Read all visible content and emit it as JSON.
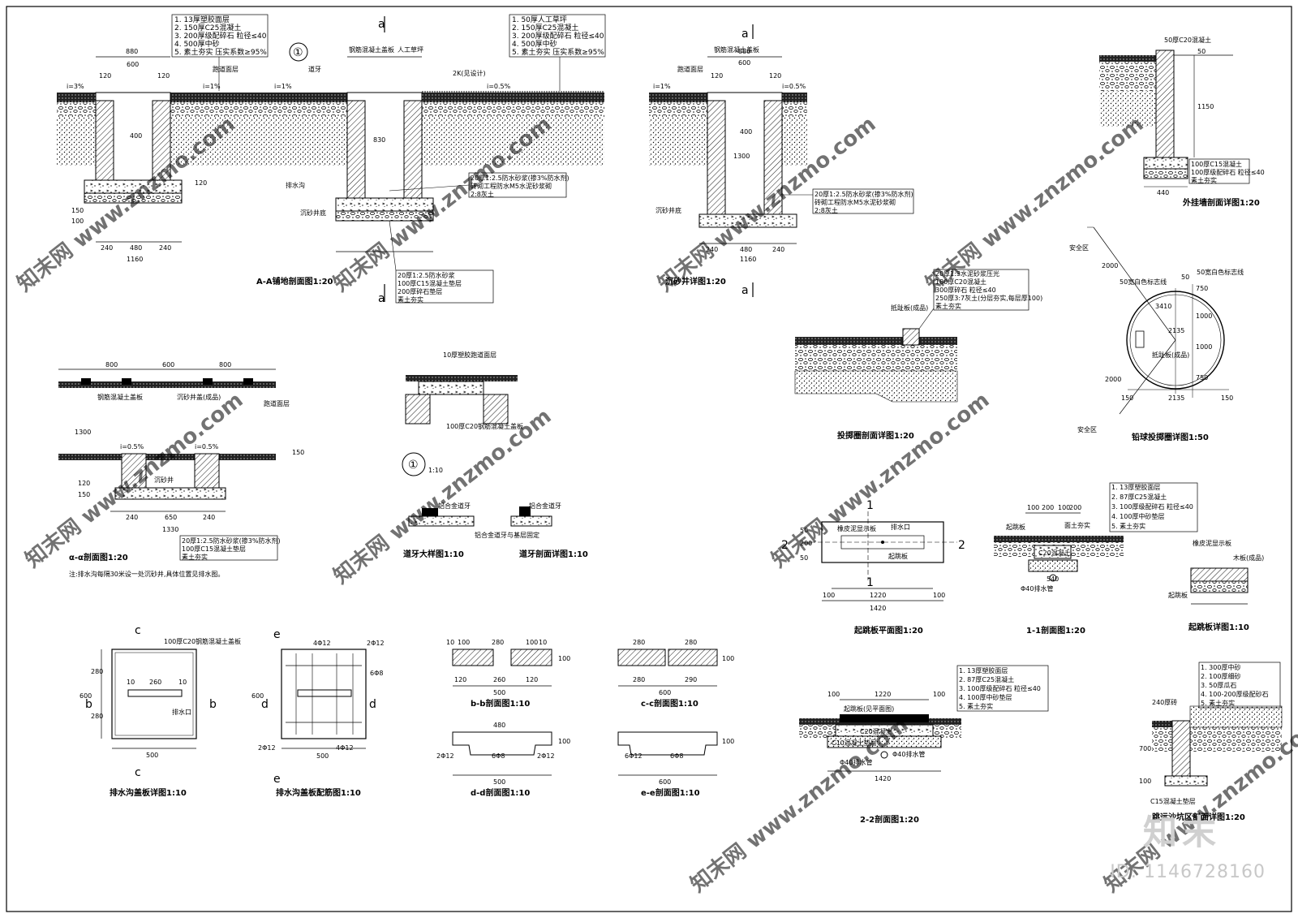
{
  "labels": {
    "a_top": "a",
    "a_bottom": "a",
    "a_right_top": "a",
    "a_right_bottom": "a",
    "detail_marker": "①",
    "detail_marker_2": "①",
    "detail_scale": "1:10",
    "big_1_top": "1",
    "big_1_bottom": "1",
    "big_2_left": "2",
    "big_2_right": "2",
    "c_top": "c",
    "c_bottom": "c",
    "b_left": "b",
    "b_right": "b",
    "e_top": "e",
    "e_bottom": "e",
    "d_left": "d",
    "d_right": "d"
  },
  "titles": {
    "aa": "A-A铺地剖面图1:20",
    "sump": "沉砂井详图1:20",
    "ext_wall": "外挂墙剖面详图1:20",
    "shot_circle_section": "投掷圈剖面详图1:20",
    "shot_circle": "铅球投掷圈详图1:50",
    "alpha": "α-α剖面图1:20",
    "curb_big": "道牙大样图1:10",
    "curb_sec": "道牙剖面详图1:10",
    "takeoff_plan": "起跳板平面图1:20",
    "s11": "1-1剖面图1:20",
    "takeoff_detail": "起跳板详图1:10",
    "cover": "排水沟盖板详图1:10",
    "cover_rebar": "排水沟盖板配筋图1:10",
    "bb": "b-b剖面图1:10",
    "cc": "c-c剖面图1:10",
    "dd": "d-d剖面图1:10",
    "ee": "e-e剖面图1:10",
    "s22": "2-2剖面图1:20",
    "longjump": "跳远沙坑区剖面详图1:20"
  },
  "notes": {
    "aa_left": [
      "1. 13厚塑胶面层",
      "2. 150厚C25混凝土",
      "3. 200厚级配碎石 粒径≤40",
      "4. 500厚中砂",
      "5. 素土夯实 压实系数≥95%"
    ],
    "aa_right": [
      "1. 50厚人工草坪",
      "2. 150厚C25混凝土",
      "3. 200厚级配碎石 粒径≤40",
      "4. 500厚中砂",
      "5. 素土夯实 压实系数≥95%"
    ],
    "aa_mid": [
      "20厚1:2.5防水砂浆(掺3%防水剂)",
      "砖砌工程防水M5水泥砂浆砌",
      "2:8灰土"
    ],
    "aa_bot": [
      "20厚1:2.5防水砂浆",
      "100厚C15混凝土垫层",
      "200厚碎石垫层",
      "素土夯实"
    ],
    "sump": [
      "20厚1:2.5防水砂浆(掺3%防水剂)",
      "砖砌工程防水M5水泥砂浆砌",
      "2:8灰土"
    ],
    "ext_wall": [
      "100厚C15混凝土",
      "100厚级配碎石 粒径≤40",
      "素土夯实"
    ],
    "ext_wall_top": "50厚C20混凝土",
    "shot": [
      "20厚1:3水泥砂浆压光",
      "180厚C20混凝土",
      "300厚碎石 粒径≤40",
      "250厚3:7灰土(分层夯实,每层厚100)",
      "素土夯实"
    ],
    "alpha": [
      "20厚1:2.5防水砂浆(掺3%防水剂)",
      "100厚C15混凝土垫层",
      "素土夯实"
    ],
    "alpha_footnote": "注:排水沟每隔30米设一处沉砂井,具体位置见排水图。",
    "s11": [
      "1. 13厚塑胶面层",
      "2. 87厚C25混凝土",
      "3. 100厚级配碎石 粒径≤40",
      "4. 100厚中砂垫层",
      "5. 素土夯实"
    ],
    "s22": [
      "1. 13厚塑胶面层",
      "2. 87厚C25混凝土",
      "3. 100厚级配碎石 粒径≤40",
      "4. 100厚中砂垫层",
      "5. 素土夯实"
    ],
    "longjump": [
      "1. 300厚中砂",
      "2. 100厚细砂",
      "3. 50厚瓜石",
      "4. 100-200厚级配砂石",
      "5. 素土夯实"
    ],
    "cover_top": "100厚C20钢筋混凝土盖板",
    "curb_top": "10厚塑胶跑道面层",
    "curb_mid": "100厚C20钢筋混凝土盖板",
    "longjump_wall": "240厚砖",
    "longjump_pad": "C15混凝土垫层"
  },
  "dims": {
    "aa": [
      "880",
      "600",
      "120",
      "120",
      "240",
      "480",
      "240",
      "1160",
      "400",
      "830",
      "100",
      "150",
      "120"
    ],
    "slopes": [
      "i=3%",
      "i=1%",
      "i=1%",
      "i=0.5%",
      "i=1%",
      "i=0.5%",
      "i=0.5%",
      "i=0.5%"
    ],
    "alpha": [
      "800",
      "600",
      "800",
      "1300",
      "240",
      "650",
      "240",
      "1330",
      "150",
      "120",
      "150"
    ],
    "sump": [
      "880",
      "600",
      "120",
      "120",
      "240",
      "480",
      "240",
      "1160",
      "1300",
      "400"
    ],
    "ext_wall": [
      "1150",
      "440",
      "50"
    ],
    "shot": [
      "2000",
      "2000",
      "2135",
      "150",
      "150",
      "1000",
      "1000",
      "750",
      "750",
      "3410",
      "2135",
      "50"
    ],
    "takeoff": [
      "1220",
      "1420",
      "100",
      "100",
      "200",
      "50",
      "50"
    ],
    "s11": [
      "100",
      "200",
      "100",
      "200",
      "540",
      "Φ40排水管"
    ],
    "cover": [
      "500",
      "280",
      "280",
      "600",
      "10",
      "10",
      "260"
    ],
    "rebar": [
      "4Φ12",
      "2Φ12",
      "6Φ8",
      "2Φ12",
      "4Φ12",
      "500",
      "600"
    ],
    "bb": [
      "10",
      "100",
      "280",
      "100",
      "10",
      "120",
      "260",
      "120",
      "500",
      "100"
    ],
    "cc": [
      "280",
      "280",
      "280",
      "290",
      "600",
      "100"
    ],
    "dd": [
      "480",
      "2Φ12",
      "6Φ8",
      "2Φ12",
      "500",
      "100"
    ],
    "ee": [
      "6Φ12",
      "6Φ8",
      "600",
      "100"
    ],
    "s22": [
      "1220",
      "1420",
      "100",
      "100",
      "Φ40排水管"
    ],
    "longjump": [
      "700",
      "100"
    ]
  },
  "annotations": {
    "aa_curb": "道牙",
    "aa_track": "跑道面层",
    "aa_cover": "钢筋混凝土盖板",
    "aa_grass": "人工草坪",
    "aa_grate": "沉砂井底",
    "aa_level": "2K(见设计)",
    "aa_drain": "排水沟",
    "sump_cover": "钢筋混凝土盖板",
    "sump_bottom": "沉砂井底",
    "sump_top": "跑道面层",
    "shot_board": "抵趾板(成品)",
    "shot_ring": "50宽白色标志线",
    "shot_safe": "安全区",
    "shot_safe_2": "安全区",
    "shot_line": "50宽白色标志线",
    "shot_board_2": "抵趾板(成品)",
    "takeoff_mark": "橡皮泥显示板",
    "takeoff_slot": "排水口",
    "takeoff_board": "起跳板",
    "s11_board": "起跳板",
    "s11_concrete": "C20混凝土",
    "s11_top": "面土夯实",
    "tj_mark": "橡皮泥显示板",
    "tj_board": "起跳板",
    "tj_wood": "木板(成品)",
    "cover_drain": "排水口",
    "curb_alloy": "铝合金道牙",
    "curb_alloy_2": "铝合金道牙",
    "curb_fix": "铝合金道牙与基层固定",
    "alpha_a": "钢筋混凝土盖板",
    "alpha_b": "沉砂井盖(成品)",
    "alpha_c": "沉砂井",
    "alpha_d": "跑道面层",
    "s22_board": "起跳板(见平面图)",
    "s22_c20": "C20混凝土",
    "s22_c10": "C10混凝土垫层",
    "s22_pipe": "Φ40排水管"
  },
  "watermark": {
    "site": "znzmo.com",
    "logo": "知末",
    "id": "ID: 1146728160"
  }
}
